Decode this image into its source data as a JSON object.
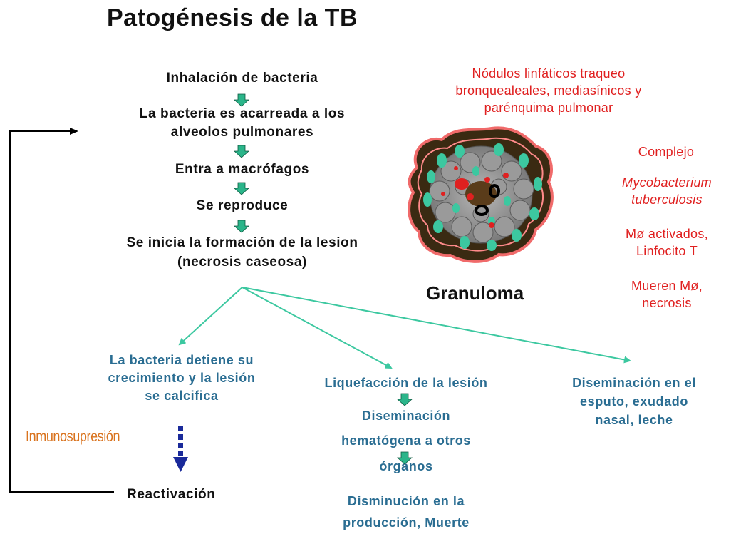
{
  "title": "Patogénesis de la TB",
  "steps": [
    "Inhalación de bacteria",
    "La bacteria es acarreada a los",
    "alveolos pulmonares",
    "Entra a macrófagos",
    "Se reproduce",
    "Se inicia la formación de la lesion",
    "(necrosis caseosa)"
  ],
  "branch_left": [
    "La bacteria detiene su",
    "crecimiento y la lesión",
    "se calcifica"
  ],
  "branch_middle": [
    "Liquefacción de la lesión",
    "Diseminación",
    "hematógena a otros",
    "órganos",
    "Disminución en la",
    "producción, Muerte"
  ],
  "branch_right": [
    "Diseminación en el",
    "esputo, exudado",
    "nasal, leche"
  ],
  "inmunosupresion": "Inmunosupresión",
  "reactivacion": "Reactivación",
  "granuloma_label": "Granuloma",
  "lymph_nodes": [
    "Nódulos linfáticos traqueo",
    "bronquealeales, mediasínicos y",
    "parénquima pulmonar"
  ],
  "side_notes": {
    "complejo": "Complejo",
    "mycobacterium_1": "Mycobacterium",
    "mycobacterium_2": "tuberculosis",
    "mo_activados_1": "Mø activados,",
    "mo_activados_2": "Linfocito T",
    "mueren_1": "Mueren Mø,",
    "mueren_2": "necrosis"
  },
  "colors": {
    "step_arrow": "#2bb58a",
    "connector": "#3cc8a0",
    "red_text": "#e02020",
    "blue_text": "#2a6d92",
    "dashed_arrow": "#1a2a9a"
  }
}
